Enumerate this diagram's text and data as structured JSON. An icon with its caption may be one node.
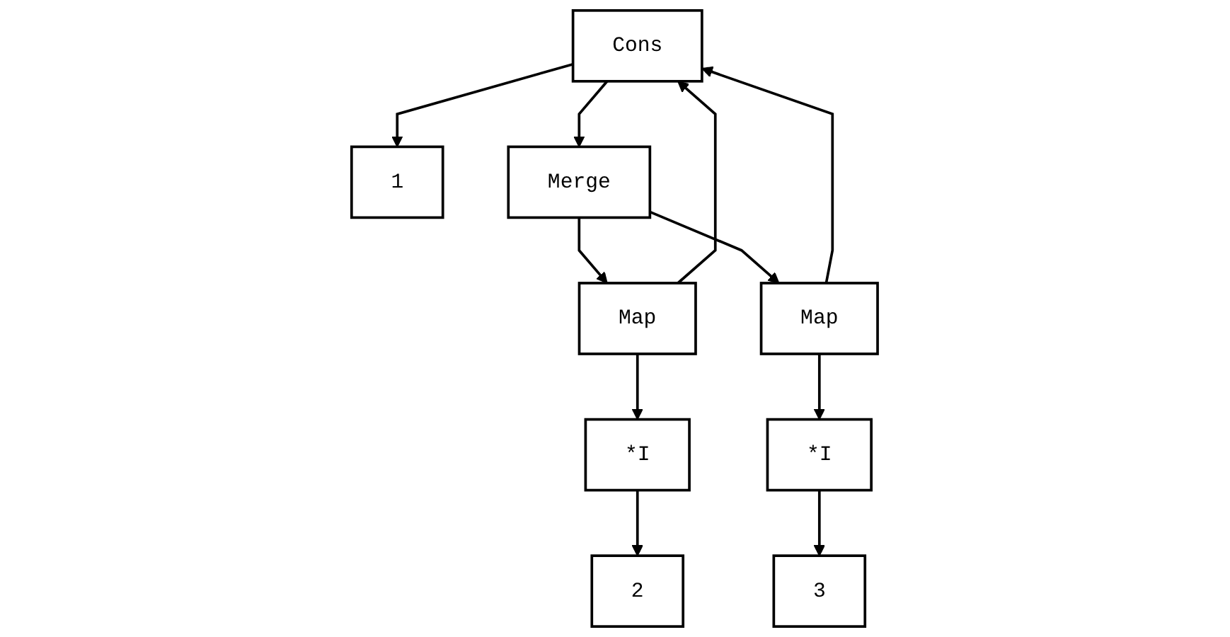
{
  "diagram": {
    "nodes": [
      {
        "text": [
          "Cons"
        ]
      },
      {
        "text": [
          "1"
        ]
      },
      {
        "text": [
          "Merge"
        ]
      },
      {
        "text": [
          "Map"
        ]
      },
      {
        "text": [
          "Map"
        ]
      },
      {
        "text": [
          "*I"
        ]
      },
      {
        "text": [
          "*I"
        ]
      },
      {
        "text": [
          "2"
        ]
      },
      {
        "text": [
          "3"
        ]
      }
    ],
    "edges": [
      {
        "from": 0,
        "to": 1,
        "arrow": "to"
      },
      {
        "from": 0,
        "to": 2,
        "arrow": "to"
      },
      {
        "from": 2,
        "to": 3,
        "arrow": "to"
      },
      {
        "from": 2,
        "to": 4,
        "arrow": "to"
      },
      {
        "from": 3,
        "to": 5,
        "arrow": "to"
      },
      {
        "from": 3,
        "to": 0,
        "arrow": "to"
      },
      {
        "from": 4,
        "to": 6,
        "arrow": "to"
      },
      {
        "from": 4,
        "to": 0,
        "arrow": "to"
      },
      {
        "from": 5,
        "to": 7,
        "arrow": "to"
      },
      {
        "from": 6,
        "to": 8,
        "arrow": "to"
      }
    ]
  }
}
